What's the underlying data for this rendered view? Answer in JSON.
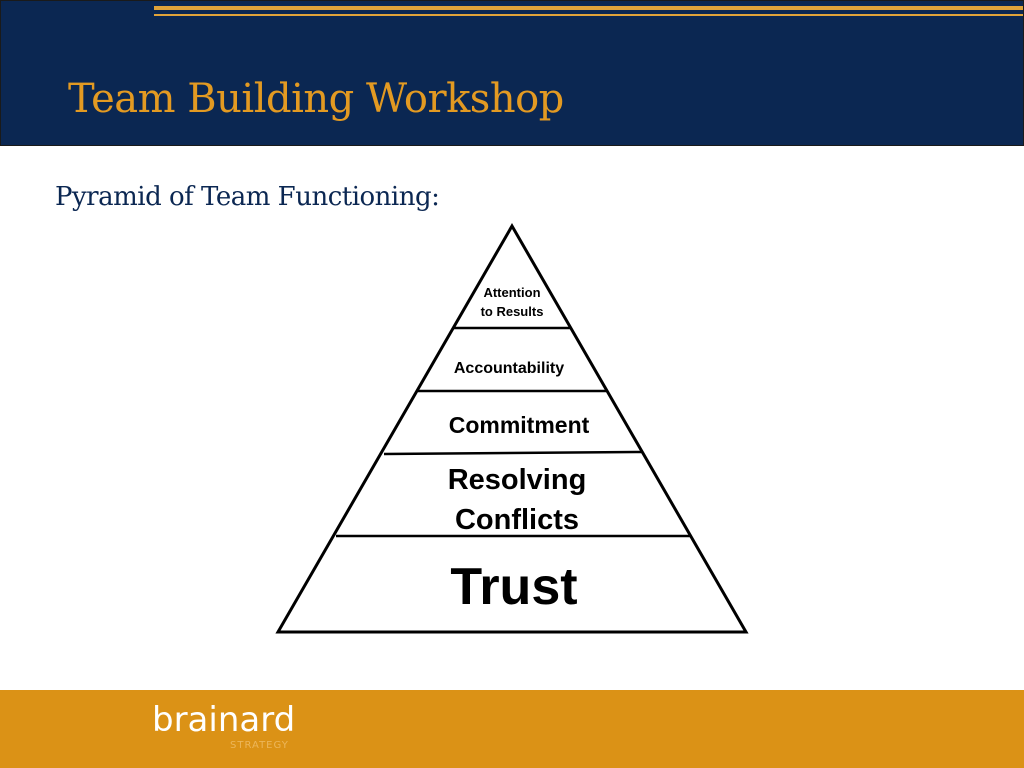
{
  "slide": {
    "title": "Team Building Workshop",
    "subtitle": "Pyramid of Team Functioning:"
  },
  "pyramid": {
    "levels": [
      {
        "lines": [
          "Attention",
          "to Results"
        ]
      },
      {
        "lines": [
          "Accountability"
        ]
      },
      {
        "lines": [
          "Commitment"
        ]
      },
      {
        "lines": [
          "Resolving",
          "Conflicts"
        ]
      },
      {
        "lines": [
          "Trust"
        ]
      }
    ]
  },
  "logo": {
    "wordmark": "brainard",
    "tagline": "STRATEGY"
  },
  "colors": {
    "header_bg": "#0b2752",
    "title": "#e39a22",
    "subtitle": "#0b2752",
    "footer_bg": "#db9216",
    "rule": "#e0a33a"
  }
}
